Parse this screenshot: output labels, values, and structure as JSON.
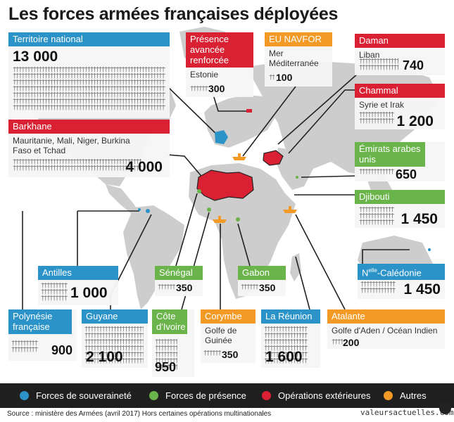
{
  "title": "Les forces armées françaises déployées",
  "colors": {
    "souverainete": "#2b93c8",
    "presence": "#6ab44b",
    "operations": "#d92133",
    "autres": "#f39a26"
  },
  "soldier_icon": "soldier-icon",
  "cards": {
    "territoire": {
      "label": "Territoire national",
      "value": "13 000"
    },
    "barkhane": {
      "label": "Barkhane",
      "sub": "Mauritanie, Mali, Niger, Burkina Faso et Tchad",
      "value": "4 000"
    },
    "presence_avancee": {
      "label": "Présence avancée renforcée",
      "sub": "Estonie",
      "value": "300"
    },
    "eunavfor": {
      "label": "EU NAVFOR",
      "sub": "Mer Méditerranée",
      "value": "100"
    },
    "daman": {
      "label": "Daman",
      "sub": "Liban",
      "value": "740"
    },
    "chammal": {
      "label": "Chammal",
      "sub": "Syrie et Irak",
      "value": "1 200"
    },
    "emirats": {
      "label": "Émirats arabes unis",
      "value": "650"
    },
    "djibouti": {
      "label": "Djibouti",
      "value": "1 450"
    },
    "caledonie": {
      "label_sup": "elle",
      "label_pre": "N",
      "label_post": "-Calédonie",
      "value": "1 450"
    },
    "antilles": {
      "label": "Antilles",
      "value": "1 000"
    },
    "senegal": {
      "label": "Sénégal",
      "value": "350"
    },
    "gabon": {
      "label": "Gabon",
      "value": "350"
    },
    "polynesie": {
      "label": "Polynésie française",
      "value": "900"
    },
    "guyane": {
      "label": "Guyane",
      "value": "2 100"
    },
    "cote_ivoire": {
      "label": "Côte d'Ivoire",
      "value": "950"
    },
    "corymbe": {
      "label": "Corymbe",
      "sub": "Golfe de Guinée",
      "value": "350"
    },
    "reunion": {
      "label": "La Réunion",
      "value": "1 600"
    },
    "atalante": {
      "label": "Atalante",
      "sub": "Golfe d'Aden / Océan Indien",
      "value": "200"
    }
  },
  "legend": [
    {
      "label": "Forces de souveraineté",
      "color": "#2b93c8"
    },
    {
      "label": "Forces de présence",
      "color": "#6ab44b"
    },
    {
      "label": "Opérations extérieures",
      "color": "#d92133"
    },
    {
      "label": "Autres",
      "color": "#f39a26"
    }
  ],
  "source": "Source : ministère des Armées (avril 2017)  Hors certaines opérations multinationales",
  "watermark": "valeursactuelles.com"
}
